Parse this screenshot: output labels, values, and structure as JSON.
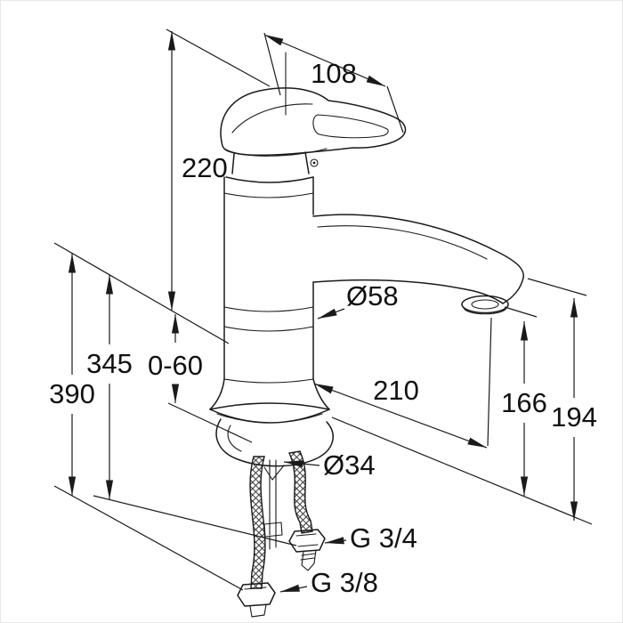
{
  "drawing": {
    "type": "technical-dimension-drawing",
    "colors": {
      "line": "#1a1a1a",
      "text": "#111111",
      "background": "#ffffff"
    }
  },
  "dimensions": {
    "d108": "108",
    "d220": "220",
    "d345": "345",
    "d0_60": "0-60",
    "d390": "390",
    "d58": "Ø58",
    "d210": "210",
    "d166": "166",
    "d194": "194",
    "d34": "Ø34",
    "g34": "G 3/4",
    "g38": "G 3/8"
  }
}
